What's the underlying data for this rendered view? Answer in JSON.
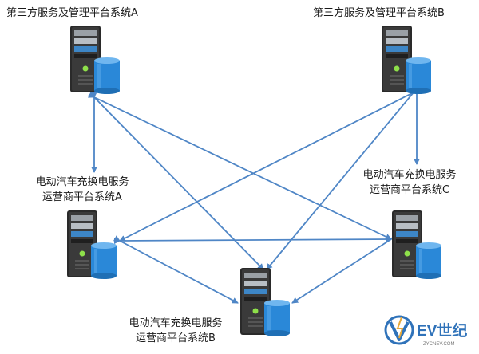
{
  "nodes": [
    {
      "id": "third_a",
      "label": [
        "第三方服务及管理平台系统A"
      ]
    },
    {
      "id": "third_b",
      "label": [
        "第三方服务及管理平台系统B"
      ]
    },
    {
      "id": "op_a",
      "label": [
        "电动汽车充换电服务",
        "运营商平台系统A"
      ]
    },
    {
      "id": "op_c",
      "label": [
        "电动汽车充换电服务",
        "运营商平台系统C"
      ]
    },
    {
      "id": "op_b",
      "label": [
        "电动汽车充换电服务",
        "运营商平台系统B"
      ]
    }
  ],
  "edges": [
    {
      "from": "third_a",
      "to": "op_a"
    },
    {
      "from": "third_a",
      "to": "op_b"
    },
    {
      "from": "third_a",
      "to": "op_c"
    },
    {
      "from": "third_b",
      "to": "op_a"
    },
    {
      "from": "third_b",
      "to": "op_b"
    },
    {
      "from": "third_b",
      "to": "op_c"
    },
    {
      "from": "op_a",
      "to": "op_c"
    },
    {
      "from": "op_a",
      "to": "op_b"
    },
    {
      "from": "op_c",
      "to": "op_b"
    }
  ],
  "logo": {
    "brand": "EV世纪",
    "url_text": "ZYCNEV.COM"
  },
  "colors": {
    "arrow": "#4f86c6",
    "server_body": "#2a2a2a",
    "database": "#2a88d8",
    "brand_blue": "#2f72b9"
  }
}
